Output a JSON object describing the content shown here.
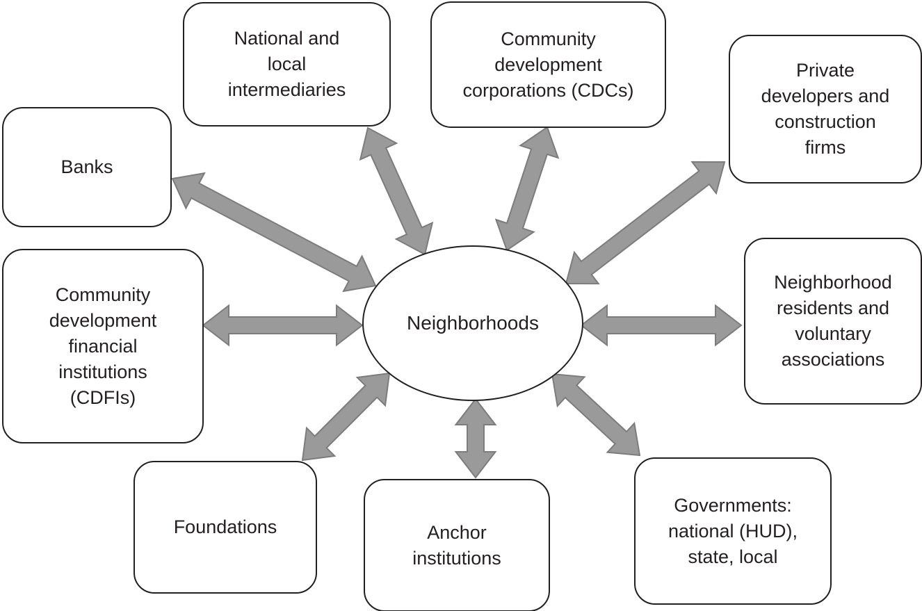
{
  "figure": {
    "type": "hub-and-spoke-diagram",
    "background_color": "#ffffff",
    "node_fill_color": "#ffffff",
    "node_border_color": "#231f20",
    "text_color": "#231f20",
    "arrow_fill_color": "#9a9a9a",
    "arrow_outline_color": "#7c7c7c"
  },
  "center_node": {
    "id": "neighborhoods",
    "shape": "ellipse",
    "label": "Neighborhoods"
  },
  "nodes": [
    {
      "id": "national-intermediaries",
      "label": "National and\nlocal\nintermediaries"
    },
    {
      "id": "cdcs",
      "label": "Community\ndevelopment\ncorporations (CDCs)"
    },
    {
      "id": "private-developers",
      "label": "Private\ndevelopers and\nconstruction\nfirms"
    },
    {
      "id": "banks",
      "label": "Banks"
    },
    {
      "id": "cdfis",
      "label": "Community\ndevelopment\nfinancial\ninstitutions\n(CDFIs)"
    },
    {
      "id": "neighborhood-residents",
      "label": "Neighborhood\nresidents and\nvoluntary\nassociations"
    },
    {
      "id": "foundations",
      "label": "Foundations"
    },
    {
      "id": "anchor-institutions",
      "label": "Anchor\ninstitutions"
    },
    {
      "id": "governments",
      "label": "Governments:\nnational (HUD),\nstate, local"
    }
  ],
  "connections": [
    {
      "from": "national-intermediaries",
      "to": "neighborhoods",
      "style": "double-headed-arrow"
    },
    {
      "from": "cdcs",
      "to": "neighborhoods",
      "style": "double-headed-arrow"
    },
    {
      "from": "private-developers",
      "to": "neighborhoods",
      "style": "double-headed-arrow"
    },
    {
      "from": "banks",
      "to": "neighborhoods",
      "style": "double-headed-arrow"
    },
    {
      "from": "cdfis",
      "to": "neighborhoods",
      "style": "double-headed-arrow"
    },
    {
      "from": "neighborhood-residents",
      "to": "neighborhoods",
      "style": "double-headed-arrow"
    },
    {
      "from": "foundations",
      "to": "neighborhoods",
      "style": "double-headed-arrow"
    },
    {
      "from": "anchor-institutions",
      "to": "neighborhoods",
      "style": "double-headed-arrow"
    },
    {
      "from": "governments",
      "to": "neighborhoods",
      "style": "double-headed-arrow"
    }
  ]
}
